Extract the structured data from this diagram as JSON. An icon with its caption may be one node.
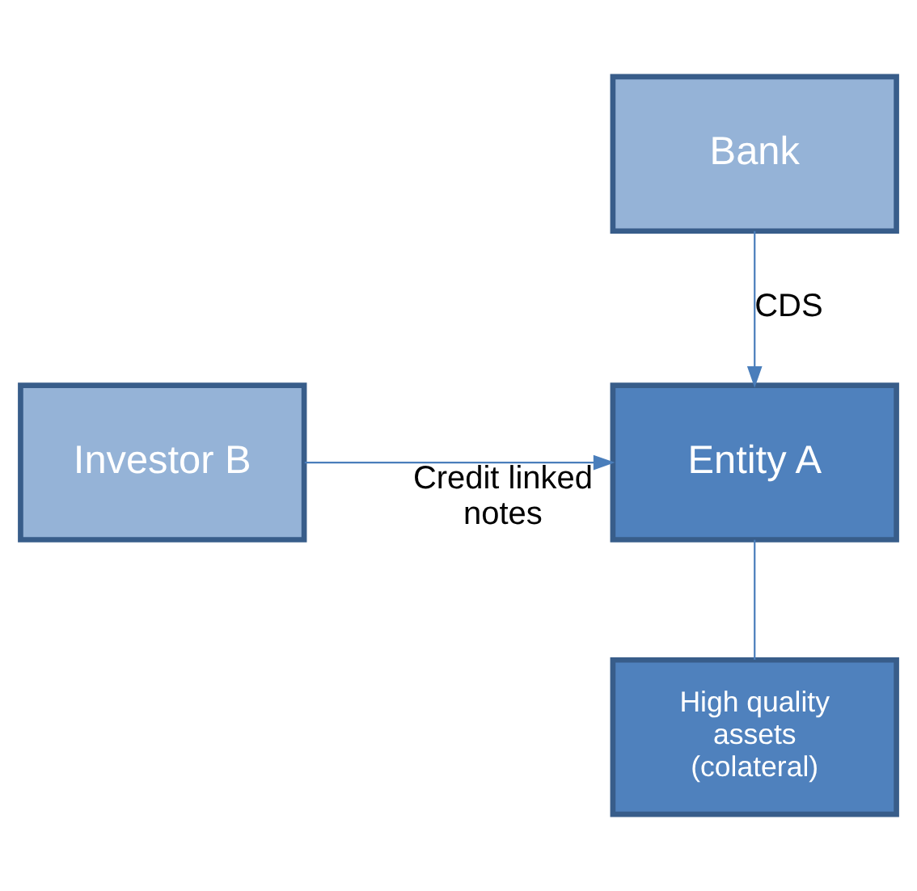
{
  "diagram": {
    "nodes": [
      {
        "text": [
          "Bank"
        ]
      },
      {
        "text": [
          "Entity A"
        ]
      },
      {
        "text": [
          "Investor B"
        ]
      },
      {
        "text": [
          "High quality assets (colateral)"
        ]
      }
    ],
    "edges": [
      {
        "from": 0,
        "to": 1,
        "arrow": "to",
        "label": "CDS"
      },
      {
        "from": 2,
        "to": 1,
        "arrow": "to",
        "label": "Credit linked notes"
      },
      {
        "from": 1,
        "to": 3,
        "arrow": "none"
      }
    ]
  }
}
